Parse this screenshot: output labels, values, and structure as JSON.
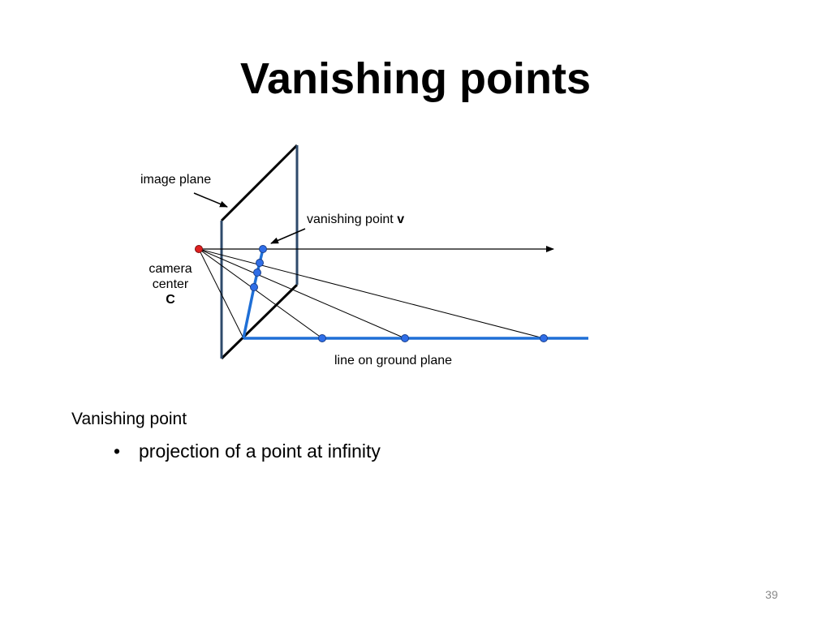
{
  "slide": {
    "title": "Vanishing points",
    "page_number": "39"
  },
  "diagram": {
    "labels": {
      "image_plane": "image plane",
      "vanishing_point_text": "vanishing point ",
      "vanishing_point_symbol": "v",
      "camera_line1": "camera",
      "camera_line2": "center",
      "camera_symbol": "C",
      "ground_line": "line on ground plane"
    },
    "colors": {
      "plane_edge": "#000000",
      "plane_edge_dark": "#2e4a6b",
      "ground_line": "#1f6fd6",
      "point_fill": "#2f6ee8",
      "camera_center": "#e02020"
    }
  },
  "body": {
    "heading": "Vanishing point",
    "bullet": "•",
    "bullet_text": "projection of a point at infinity"
  }
}
